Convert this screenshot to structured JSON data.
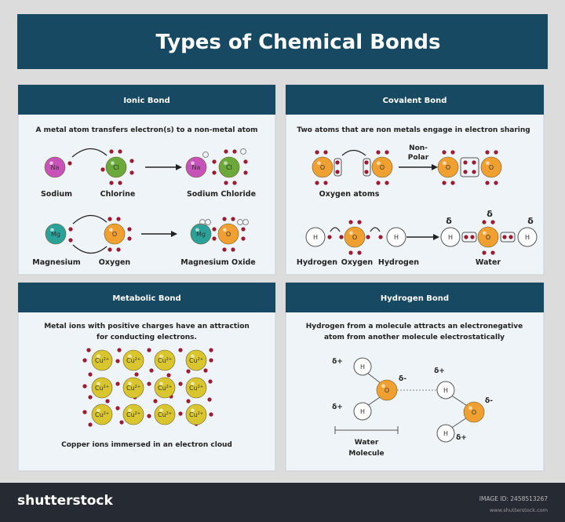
{
  "title": "Types of Chemical Bonds",
  "colors": {
    "banner": "#174a62",
    "panel_bg": "#eef4f7",
    "electron": "#9b1b30",
    "sodium": "#c853b8",
    "chlorine": "#6aa93a",
    "magnesium": "#2aa29a",
    "oxygen": "#f0a030",
    "copper": "#d9c62e",
    "footer": "#262b33"
  },
  "ionic": {
    "header": "Ionic Bond",
    "subtitle": "A metal atom transfers electron(s) to a non-metal atom",
    "atoms": {
      "na": "Na",
      "cl": "Cl",
      "mg": "Mg",
      "o": "O"
    },
    "labels": [
      "Sodium",
      "Chlorine",
      "Sodium Chloride",
      "Magnesium",
      "Oxygen",
      "Magnesium Oxide"
    ]
  },
  "covalent": {
    "header": "Covalent Bond",
    "subtitle": "Two atoms that are non metals engage in electron sharing",
    "non_polar": [
      "Non-",
      "Polar"
    ],
    "atoms": {
      "o": "O",
      "h": "H"
    },
    "delta": "δ",
    "labels": [
      "Oxygen atoms",
      "Hydrogen",
      "Oxygen",
      "Hydrogen",
      "Water"
    ]
  },
  "metabolic": {
    "header": "Metabolic Bond",
    "subtitle": [
      "Metal ions with positive charges have an attraction",
      "for conducting electrons."
    ],
    "ion": "Cu",
    "caption": "Copper ions immersed in an electron cloud"
  },
  "hydrogen": {
    "header": "Hydrogen Bond",
    "subtitle": [
      "Hydrogen from a molecule attracts an electronegative",
      "atom from another molecule electrostatically"
    ],
    "atoms": {
      "o": "O",
      "h": "H"
    },
    "delta_plus": "δ+",
    "delta_minus": "δ-",
    "scale_label": [
      "Water",
      "Molecule"
    ]
  },
  "footer": {
    "brand": "shutterstock",
    "image_id": "IMAGE ID: 2458513267",
    "url": "www.shutterstock.com"
  }
}
